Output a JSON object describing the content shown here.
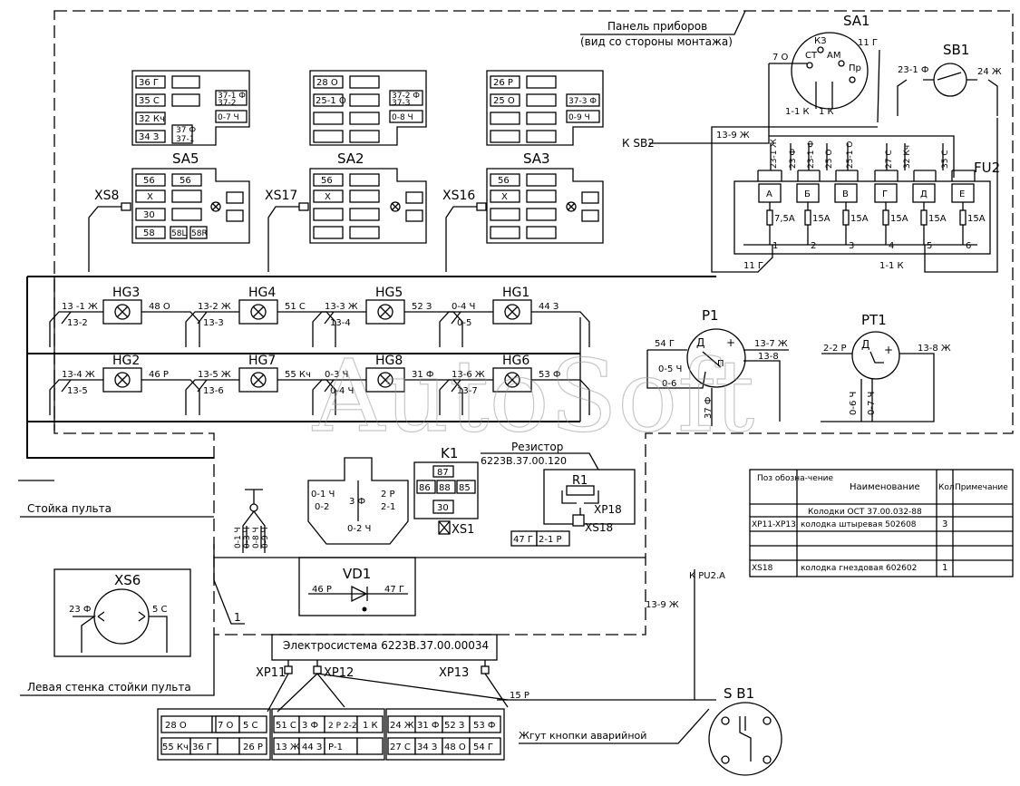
{
  "panel": {
    "title": "Панель приборов",
    "subtitle": "(вид со стороны монтажа)"
  },
  "switches": {
    "SA1": {
      "label": "SA1",
      "terminals": [
        "КЗ",
        "СТ",
        "АМ",
        "Пр"
      ],
      "wires": [
        "7 О",
        "11 Г",
        "1-1 К",
        "1 К"
      ]
    },
    "SB1_top": {
      "label": "SB1",
      "wires": [
        "23-1 Ф",
        "24 Ж"
      ]
    },
    "SA5": {
      "label": "SA5",
      "connector": "XS8",
      "top_rows": [
        "36 Г",
        "35 С",
        "32 Кч",
        "34 З"
      ],
      "top_side": [
        "37-1 Ф",
        "37-2",
        "0-7 Ч",
        "37 Ф",
        "37-1"
      ],
      "bottom_rows": [
        "56",
        "56",
        "X",
        "30",
        "58",
        "58L",
        "58R"
      ]
    },
    "SA2": {
      "label": "SA2",
      "connector": "XS17",
      "top_rows": [
        "28 О",
        "25-1 О"
      ],
      "top_side": [
        "37-2 Ф",
        "37-3",
        "0-8 Ч"
      ],
      "bottom_rows": [
        "56",
        "X"
      ]
    },
    "SA3": {
      "label": "SA3",
      "connector": "XS16",
      "top_rows": [
        "26 Р",
        "25 О"
      ],
      "top_side": [
        "37-3 Ф",
        "0-9 Ч"
      ],
      "bottom_rows": [
        "56",
        "X"
      ]
    }
  },
  "fuses": {
    "label": "FU2",
    "ref": "К SB2",
    "ref_wire": "13-9 Ж",
    "wires_top": [
      "23-1 Ж",
      "23 Ф",
      "23-1 Ф",
      "25 О",
      "25-1 О",
      "27 С",
      "32 Кч",
      "35 С"
    ],
    "letters": [
      "А",
      "Б",
      "В",
      "Г",
      "Д",
      "Е"
    ],
    "ratings": [
      "7,5А",
      "15А",
      "15А",
      "15А",
      "15А",
      "15А"
    ],
    "numbers": [
      "1",
      "2",
      "3",
      "4",
      "5",
      "6"
    ],
    "bottom_wires": [
      "11 Г",
      "1-1 К"
    ]
  },
  "lamps": [
    {
      "label": "HG3",
      "left_a": "13 -1 Ж",
      "left_b": "13-2",
      "right": "48 О"
    },
    {
      "label": "HG4",
      "left_a": "13-2 Ж",
      "left_b": "13-3",
      "right": "51 С"
    },
    {
      "label": "HG5",
      "left_a": "13-3 Ж",
      "left_b": "13-4",
      "right": "52 З"
    },
    {
      "label": "HG1",
      "left_a": "0-4 Ч",
      "left_b": "0-5",
      "right": "44 З"
    },
    {
      "label": "HG2",
      "left_a": "13-4 Ж",
      "left_b": "13-5",
      "right": "46 Р"
    },
    {
      "label": "HG7",
      "left_a": "13-5 Ж",
      "left_b": "13-6",
      "right": "55 Кч"
    },
    {
      "label": "HG8",
      "left_a": "0-3 Ч",
      "left_b": "0-4 Ч",
      "right": "31 Ф"
    },
    {
      "label": "HG6",
      "left_a": "13-6 Ж",
      "left_b": "13-7",
      "right": "53 Ф"
    }
  ],
  "gauges": {
    "P1": {
      "label": "P1",
      "wires": [
        "54 Г",
        "13-7 Ж",
        "13-8",
        "0-5 Ч",
        "0-6",
        "37 Ф"
      ],
      "marks": [
        "Д",
        "+",
        "П"
      ]
    },
    "PT1": {
      "label": "PT1",
      "wires": [
        "2-2 Р",
        "13-8 Ж",
        "0-6 Ч",
        "0-7 Ч"
      ],
      "marks": [
        "Д",
        "+"
      ]
    }
  },
  "console": {
    "stand": "Стойка пульта",
    "left_wall": "Левая стенка стойки пульта",
    "panel_block": {
      "left": [
        "0-1 Ч",
        "0-2"
      ],
      "center": "3 Ф",
      "right": [
        "2 Р",
        "2-1"
      ],
      "bottom": "0-2 Ч"
    },
    "plug_wires": [
      "0-1 Ч",
      "0-3 Ч",
      "0-8 Ч",
      "0-9 Ч"
    ],
    "relay": {
      "label": "K1",
      "pins": [
        "87",
        "86",
        "88",
        "85",
        "30"
      ],
      "connector": "XS1"
    },
    "resistor": {
      "title": "Резистор",
      "part": "6223В.37.00.120",
      "label": "R1",
      "plug": "XP18",
      "socket": "XS18",
      "wires": [
        "47 Г",
        "2-1 Р"
      ]
    },
    "diode": {
      "label": "VD1",
      "left": "46 Р",
      "right": "47 Г"
    },
    "xs6": {
      "label": "XS6",
      "left": "23 Ф",
      "right": "5 С"
    },
    "marker": "1"
  },
  "electrosystem": {
    "title": "Электросистема 6223В.37.00.00034",
    "plugs": [
      "XP11",
      "XP12",
      "XP13"
    ],
    "ref_pu2": "К PU2.А",
    "wire_139": "13-9 Ж",
    "wire_15": "15 Р",
    "xp11": {
      "row1": [
        "28 О",
        "",
        "7 О",
        "5 С"
      ],
      "row2": [
        "55 Кч",
        "36 Г",
        "",
        "26 Р"
      ]
    },
    "xp12": {
      "row1": [
        "51 С",
        "3 Ф",
        "2 Р 2-2",
        "1 К"
      ],
      "row2": [
        "13 Ж",
        "44 З",
        "Р-1",
        ""
      ]
    },
    "xp13": {
      "row1": [
        "24 Ж",
        "31 Ф",
        "52 З",
        "53 Ф"
      ],
      "row2": [
        "27 С",
        "34 З",
        "48 О",
        "54 Г"
      ]
    }
  },
  "emergency": {
    "label": "S B1",
    "harness": "Жгут кнопки аварийной"
  },
  "table": {
    "headers": [
      "Поз обозна-чение",
      "Наименование",
      "Кол",
      "Примечание"
    ],
    "rows": [
      [
        "",
        "Колодки ОСТ 37.00.032-88",
        "",
        ""
      ],
      [
        "XP11-XP13",
        "колодка штыревая 502608",
        "3",
        ""
      ],
      [
        "",
        "",
        "",
        ""
      ],
      [
        "",
        "",
        "",
        ""
      ],
      [
        "XS18",
        "колодка гнездовая 602602",
        "1",
        ""
      ]
    ]
  },
  "watermark": "AutoSoft"
}
